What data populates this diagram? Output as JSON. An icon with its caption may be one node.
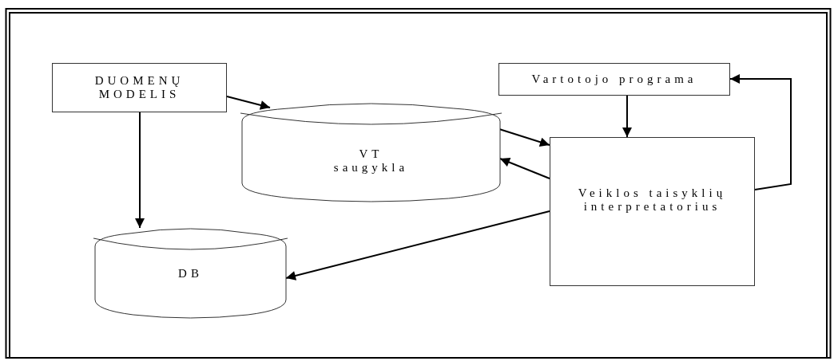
{
  "diagram": {
    "nodes": [
      {
        "text": [
          "DUOMENŲ MODELIS"
        ]
      },
      {
        "text": [
          "VT saugykla"
        ]
      },
      {
        "text": [
          "DB"
        ]
      },
      {
        "text": [
          "Vartotojo programa"
        ]
      },
      {
        "text": [
          "Veiklos taisyklių interpretatorius"
        ]
      }
    ],
    "edges": [
      {
        "from": 0,
        "to": 1,
        "arrow": "to"
      },
      {
        "from": 0,
        "to": 2,
        "arrow": "to"
      },
      {
        "from": 1,
        "to": 4,
        "arrow": "to"
      },
      {
        "from": 4,
        "to": 1,
        "arrow": "to"
      },
      {
        "from": 4,
        "to": 2,
        "arrow": "to"
      },
      {
        "from": 3,
        "to": 4,
        "arrow": "to"
      },
      {
        "from": 4,
        "to": 3,
        "arrow": "to"
      }
    ]
  }
}
